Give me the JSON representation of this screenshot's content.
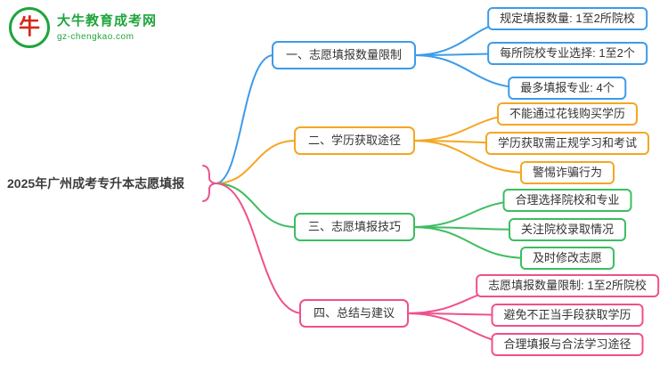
{
  "logo": {
    "site_name": "大牛教育成考网",
    "site_url": "gz-chengkao.com",
    "icon_glyph": "牛",
    "green": "#1FA53D",
    "red": "#D5281B"
  },
  "root": {
    "label": "2025年广州成考专升本志愿填报"
  },
  "palette": {
    "branch1": "#3D9BE9",
    "branch2": "#F5A623",
    "branch3": "#3DBD61",
    "branch4": "#F0508C"
  },
  "branches": [
    {
      "label": "一、志愿填报数量限制",
      "color": "#3D9BE9",
      "children": [
        "规定填报数量: 1至2所院校",
        "每所院校专业选择: 1至2个",
        "最多填报专业: 4个"
      ]
    },
    {
      "label": "二、学历获取途径",
      "color": "#F5A623",
      "children": [
        "不能通过花钱购买学历",
        "学历获取需正规学习和考试",
        "警惕诈骗行为"
      ]
    },
    {
      "label": "三、志愿填报技巧",
      "color": "#3DBD61",
      "children": [
        "合理选择院校和专业",
        "关注院校录取情况",
        "及时修改志愿"
      ]
    },
    {
      "label": "四、总结与建议",
      "color": "#F0508C",
      "children": [
        "志愿填报数量限制: 1至2所院校",
        "避免不正当手段获取学历",
        "合理填报与合法学习途径"
      ]
    }
  ]
}
